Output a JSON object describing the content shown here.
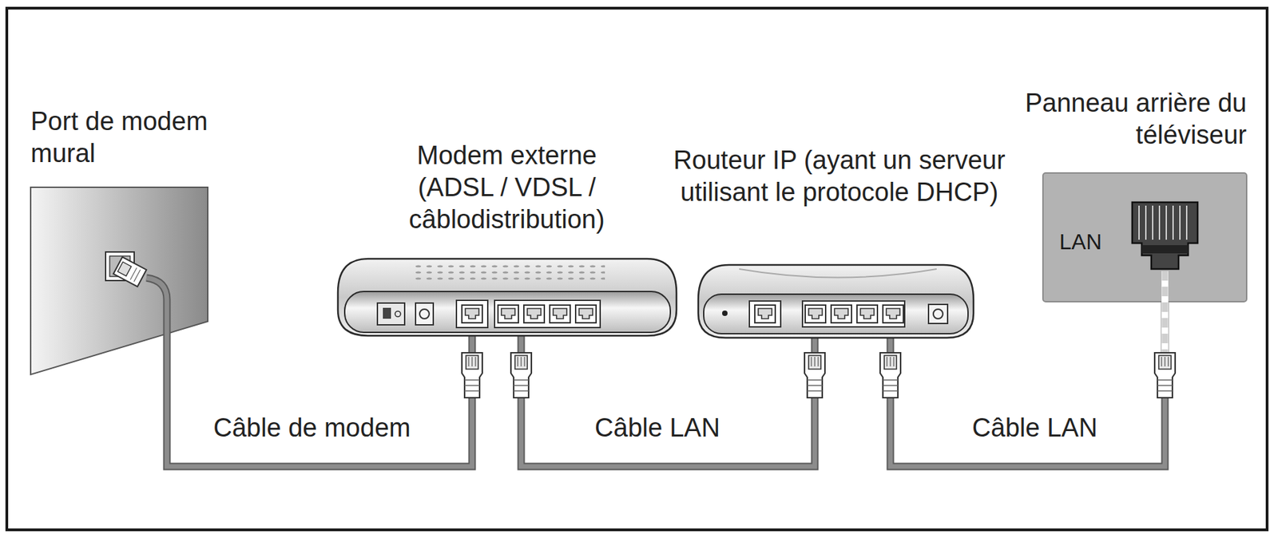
{
  "diagram": {
    "nodes": [
      {
        "text": [
          "Port de modem mural"
        ]
      },
      {
        "text": [
          "Modem externe (ADSL / VDSL / câblodistribution)"
        ]
      },
      {
        "text": [
          "Routeur IP (ayant un serveur utilisant le protocole DHCP)"
        ]
      },
      {
        "text": [
          "Panneau arrière du téléviseur",
          "LAN"
        ]
      }
    ],
    "edges": [
      {
        "from": 0,
        "to": 1,
        "label": "Câble de modem",
        "arrow": "none"
      },
      {
        "from": 1,
        "to": 2,
        "label": "Câble LAN",
        "arrow": "none"
      },
      {
        "from": 2,
        "to": 3,
        "label": "Câble LAN",
        "arrow": "none"
      }
    ]
  }
}
